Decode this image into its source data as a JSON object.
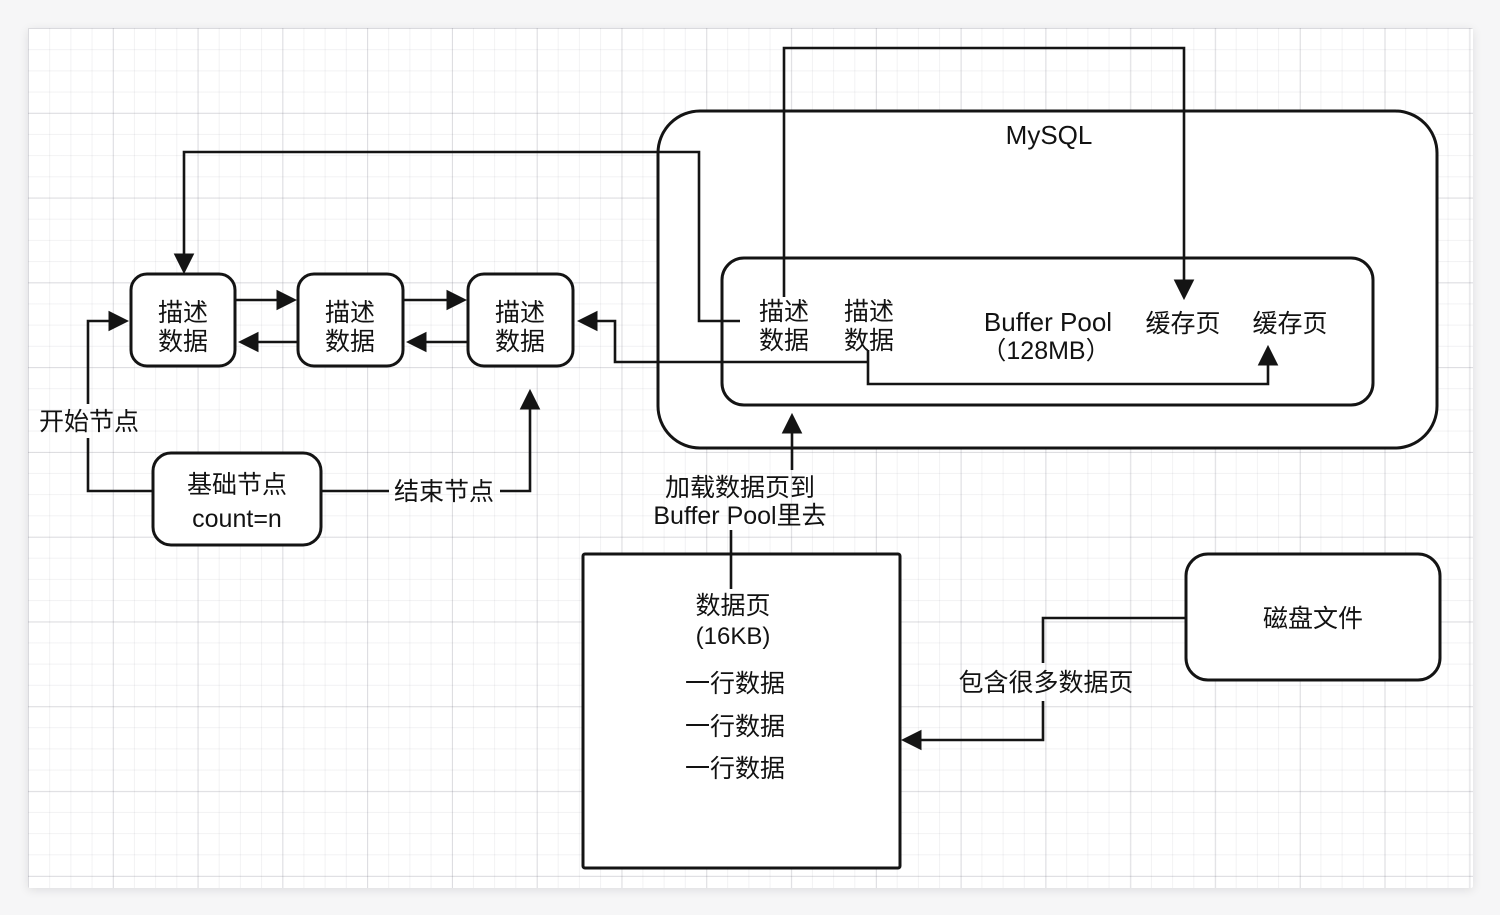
{
  "diagram": {
    "mysql_container": {
      "title": "MySQL"
    },
    "chain_boxes": [
      {
        "line1": "描述",
        "line2": "数据"
      },
      {
        "line1": "描述",
        "line2": "数据"
      },
      {
        "line1": "描述",
        "line2": "数据"
      }
    ],
    "buffer_pool": {
      "title_line1": "Buffer Pool",
      "title_line2": "（128MB）",
      "desc_boxes": [
        {
          "line1": "描述",
          "line2": "数据"
        },
        {
          "line1": "描述",
          "line2": "数据"
        }
      ],
      "cache_pages": [
        "缓存页",
        "缓存页"
      ]
    },
    "base_node": {
      "line1": "基础节点",
      "line2": "count=n"
    },
    "data_page": {
      "title": "数据页",
      "size": "(16KB)",
      "rows": [
        "一行数据",
        "一行数据",
        "一行数据"
      ]
    },
    "disk_file": {
      "label": "磁盘文件"
    },
    "labels": {
      "start_node": "开始节点",
      "end_node": "结束节点",
      "load_to_bp_line1": "加载数据页到",
      "load_to_bp_line2": "Buffer Pool里去",
      "contains_pages": "包含很多数据页"
    },
    "colors": {
      "stroke": "#141414",
      "canvas_bg": "#ffffff",
      "page_bg": "#f6f6f7"
    }
  }
}
